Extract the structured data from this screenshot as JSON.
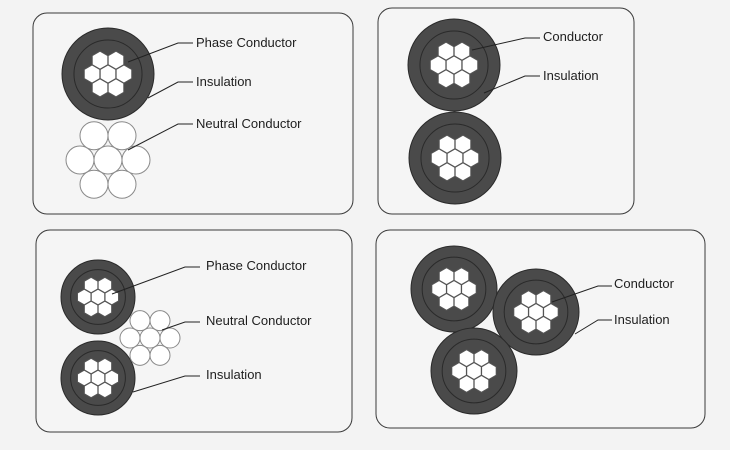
{
  "colors": {
    "background": "#f3f3f3",
    "panel_fill": "#f5f5f5",
    "panel_border": "#3a3a3a",
    "insulation": "#4a4a4a",
    "conductor_strand": "#ffffff",
    "neutral_strand_outline": "#8a8a8a",
    "text": "#1e1e1e"
  },
  "panels": [
    {
      "id": "panel-1",
      "labels": {
        "phase": "Phase Conductor",
        "insulation": "Insulation",
        "neutral": "Neutral Conductor"
      }
    },
    {
      "id": "panel-2",
      "labels": {
        "conductor": "Conductor",
        "insulation": "Insulation"
      }
    },
    {
      "id": "panel-3",
      "labels": {
        "phase": "Phase Conductor",
        "neutral": "Neutral Conductor",
        "insulation": "Insulation"
      }
    },
    {
      "id": "panel-4",
      "labels": {
        "conductor": "Conductor",
        "insulation": "Insulation"
      }
    }
  ]
}
